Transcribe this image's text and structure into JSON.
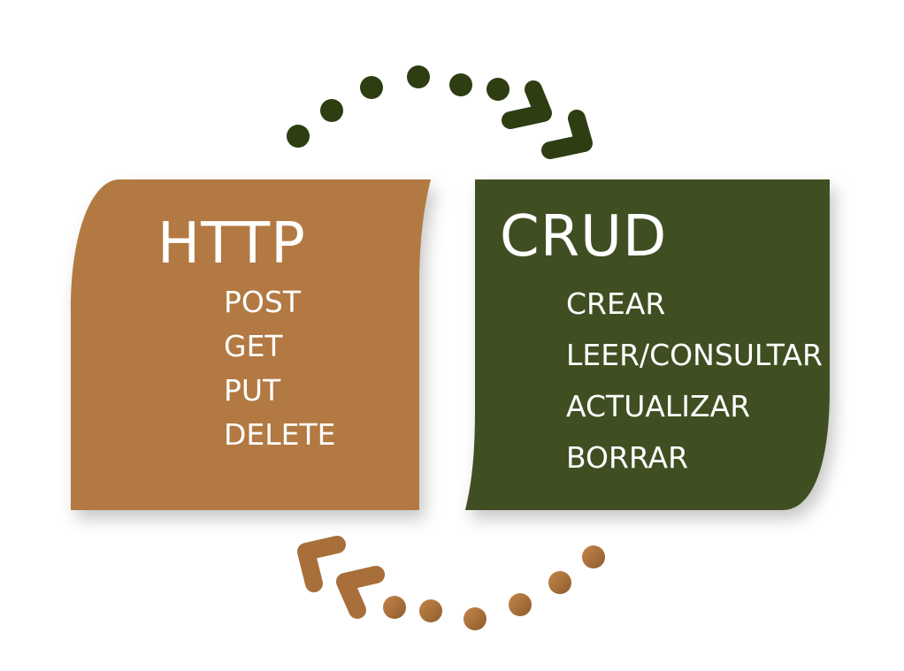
{
  "http_panel": {
    "title": "HTTP",
    "items": [
      "POST",
      "GET",
      "PUT",
      "DELETE"
    ],
    "color": "#b27942"
  },
  "crud_panel": {
    "title": "CRUD",
    "items": [
      "CREAR",
      "LEER/CONSULTAR",
      "ACTUALIZAR",
      "BORRAR"
    ],
    "color": "#405020"
  },
  "top_arrow": {
    "direction": "clockwise",
    "color": "#2e3d12",
    "icon": "dotted-chevron-arrow-right"
  },
  "bottom_arrow": {
    "direction": "clockwise",
    "color": "#b27942",
    "icon": "dotted-chevron-arrow-left"
  }
}
